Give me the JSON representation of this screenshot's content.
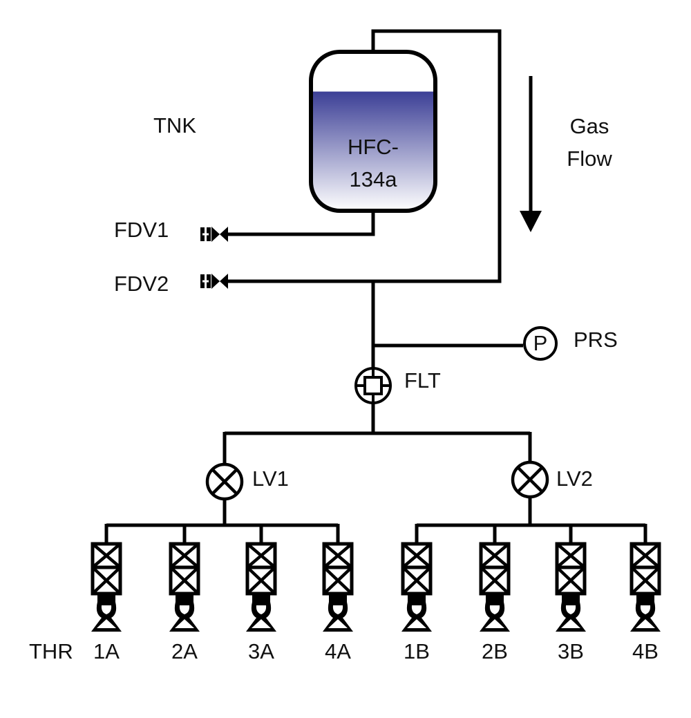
{
  "colors": {
    "line": "#000000",
    "text": "#111111",
    "fluid_top": "#3c3f96",
    "fluid_bottom": "#ffffff"
  },
  "tank": {
    "label": "TNK",
    "fluid_line1": "HFC-",
    "fluid_line2": "134a",
    "fill_level": 0.75
  },
  "flow": {
    "line1": "Gas",
    "line2": "Flow",
    "arrow_icon": "down-arrow-icon"
  },
  "valves": {
    "fdv1": "FDV1",
    "fdv2": "FDV2",
    "lv1": "LV1",
    "lv2": "LV2"
  },
  "sensors": {
    "prs": "PRS",
    "prs_symbol": "P",
    "flt": "FLT"
  },
  "thrusters": {
    "row_label": "THR",
    "items": [
      "1A",
      "2A",
      "3A",
      "4A",
      "1B",
      "2B",
      "3B",
      "4B"
    ]
  }
}
